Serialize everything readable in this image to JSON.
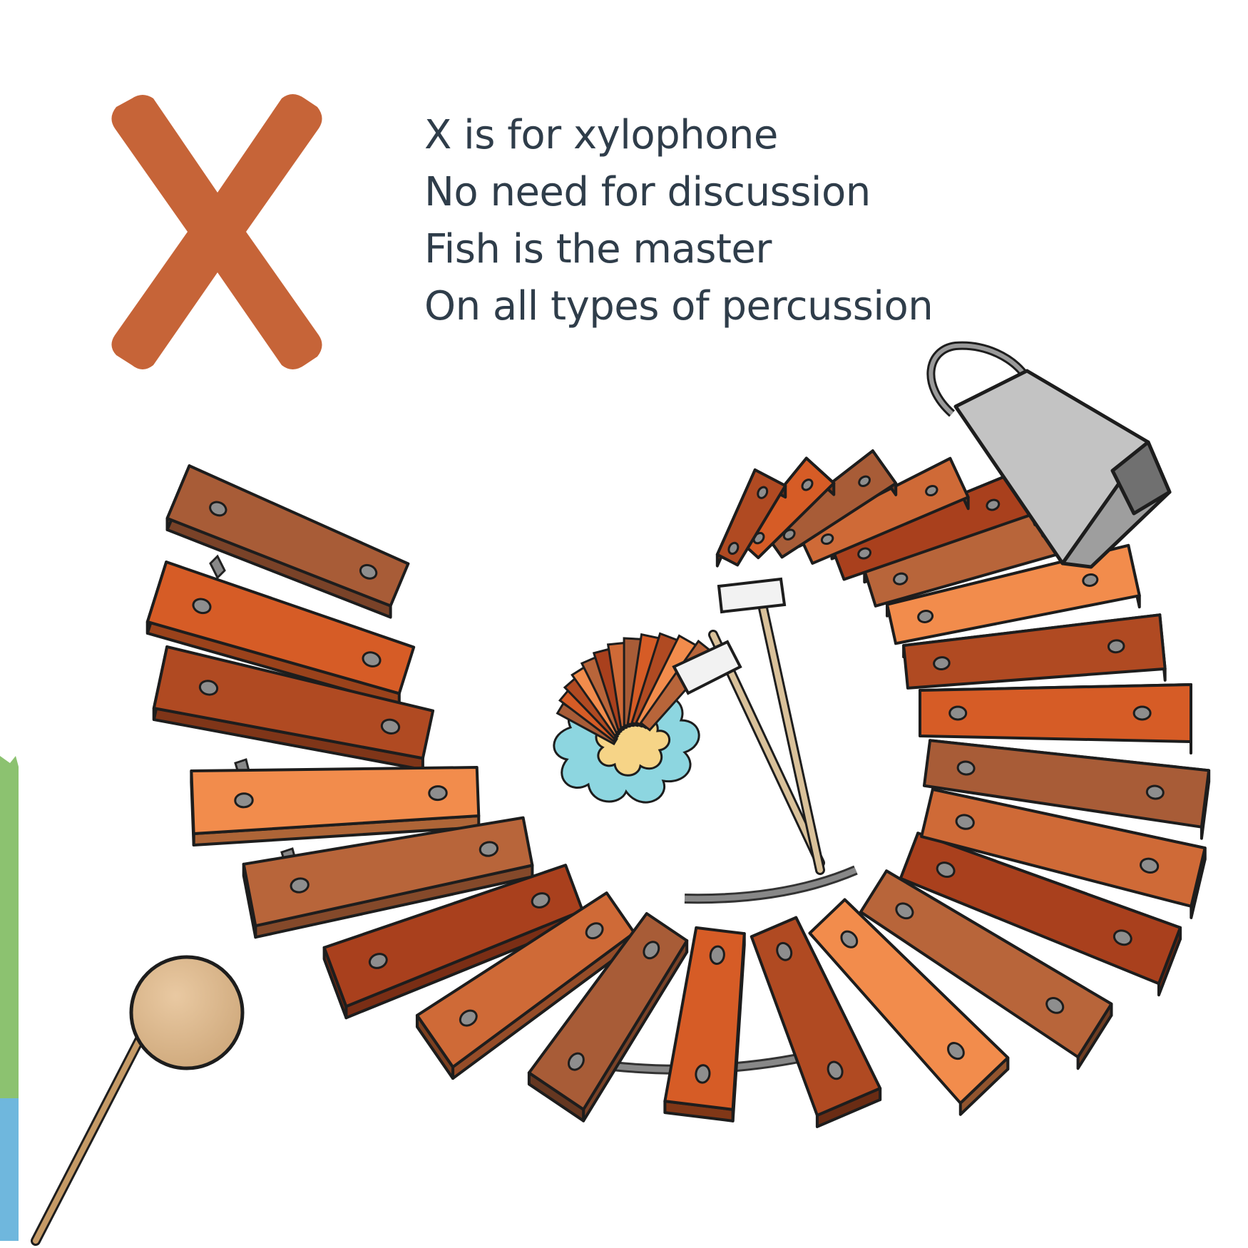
{
  "letter": {
    "glyph": "X",
    "color": "#c66438"
  },
  "verse": {
    "lines": [
      "X is for xylophone",
      "No need for discussion",
      "Fish is the master",
      "On all types of percussion"
    ],
    "color": "#2f3d4a"
  },
  "illustration": {
    "subjects": [
      "xylophone-spiral",
      "cowbell",
      "mallet",
      "xylophone-sticks",
      "splash"
    ],
    "bar_colors": [
      "#a85c37",
      "#d65c26",
      "#b04a22",
      "#f28c4c",
      "#b8653a",
      "#a9401d",
      "#cf6a37"
    ]
  }
}
